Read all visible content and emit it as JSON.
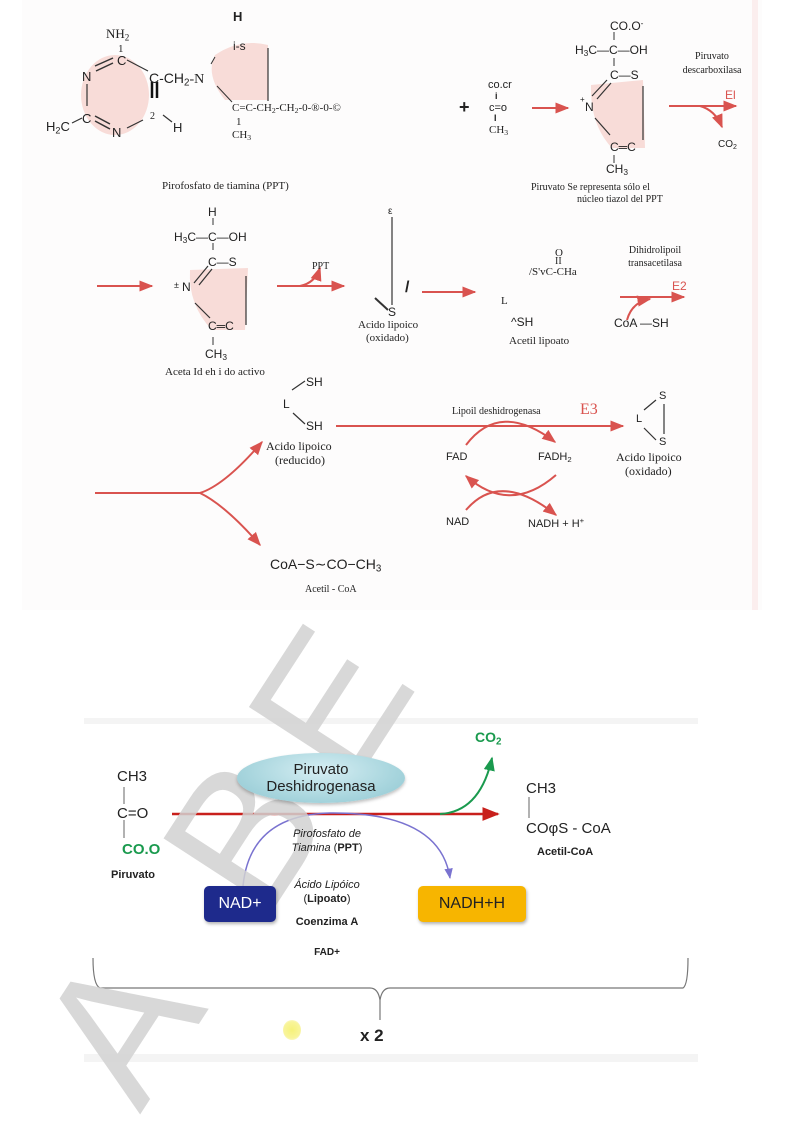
{
  "top_diagram": {
    "ppt_structure": {
      "nh2": "NH",
      "nh2_sub": "2",
      "c_top": "C",
      "c_top_num": "1",
      "n_left": "N",
      "c_right": "C-CH",
      "c_right_sub": "2",
      "c_right_tail": "-N",
      "h3c": "H",
      "h3c_sub": "2",
      "h3c_tail": "C",
      "c_bottom_left": "C",
      "n_bottom": "N",
      "c_bottom_right": "2",
      "h_right": "H",
      "h_top": "H",
      "s_label": "i-s",
      "chain_a": "C=C-CH",
      "chain_a_sub": "2",
      "chain_b": "-CH",
      "chain_b_sub": "2",
      "chain_c": "-0-®-0-©",
      "ch3_num": "1",
      "ch3": "CH",
      "ch3_sub": "3",
      "caption": "Pirofosfato de tiamina (PPT)"
    },
    "pyruvate": {
      "plus": "+",
      "line1": "co.cr",
      "line2": "i",
      "line3": "c=o",
      "line4": "I",
      "line5": "CH",
      "line5_sub": "3"
    },
    "adduct": {
      "coo": "CO.O",
      "coo_sup": "-",
      "h3c": "H",
      "h3c_sub": "3",
      "h3c_tail": "C—C—OH",
      "cs": "C—S",
      "n_plus": "+",
      "n": "N",
      "cc": "C═C",
      "ch3": "CH",
      "ch3_sub": "3",
      "caption_1": "Piruvato Se representa sólo el",
      "caption_2": "núcleo tiazol del PPT"
    },
    "e1": {
      "enzyme": "Piruvato descarboxilasa",
      "enzyme_line1": "Piruvato",
      "enzyme_line2": "descarboxilasa",
      "tag": "El",
      "co2": "CO",
      "co2_sub": "2"
    },
    "hydroxyethyl": {
      "h": "H",
      "h3c": "H",
      "h3c_sub": "3",
      "h3c_tail": "C—C—OH",
      "cs": "C—S",
      "n_plus": "±",
      "n": "N",
      "cc": "C═C",
      "ch3": "CH",
      "ch3_sub": "3",
      "caption": "Aceta Id eh i do activo",
      "ppt_out": "PPT"
    },
    "lipoic_oxidized_1": {
      "top": "ε",
      "s": "S",
      "slash": "/",
      "caption_1": "Acido lipoico",
      "caption_2": "(oxidado)"
    },
    "acetyl_lipoate": {
      "o": "O",
      "ii": "II",
      "line": "/S'vC-CHa",
      "l": "L",
      "sh": "^SH",
      "caption": "Acetil lipoato"
    },
    "e2": {
      "enzyme_line1": "Dihidrolipoil",
      "enzyme_line2": "transacetilasa",
      "tag": "E2",
      "coa_sh": "CoA —SH"
    },
    "lipoic_reduced": {
      "sh_top": "SH",
      "l": "L",
      "sh_bottom": "SH",
      "caption_1": "Acido lipoico",
      "caption_2": "(reducido)"
    },
    "acetyl_coa": {
      "formula": "CoA−S∼CO−CH",
      "formula_sub": "3",
      "caption": "Acetil - CoA"
    },
    "e3": {
      "enzyme": "Lipoil deshidrogenasa",
      "tag": "E3",
      "fad": "FAD",
      "fadh2": "FADH",
      "fadh2_sub": "2",
      "nad": "NAD",
      "nadh": "NADH + H",
      "nadh_sup": "+"
    },
    "lipoic_oxidized_2": {
      "s_top": "S",
      "l": "L",
      "s_bottom": "S",
      "caption_1": "Acido lipoico",
      "caption_2": "(oxidado)"
    }
  },
  "bottom_diagram": {
    "pyruvate": {
      "ch3": "CH3",
      "co": "C=O",
      "coo": "CO.O",
      "label": "Piruvato"
    },
    "enzyme": {
      "line1": "Piruvato",
      "line2": "Deshidrogenasa"
    },
    "co2": "CO",
    "co2_sub": "2",
    "cofactors": {
      "ppt_line1": "Pirofosfato de",
      "ppt_line2_italic": "Tiamina",
      "ppt_line2_bold": "PPT",
      "lipoic_line1": "Ácido Lipóico",
      "lipoic_line2_bold": "Lipoato",
      "coenzyme_a": "Coenzima A",
      "fad": "FAD+"
    },
    "nad_box": "NAD+",
    "nadh_box": "NADH+H",
    "acetyl_coa": {
      "ch3": "CH3",
      "line": "COφS - CoA",
      "label": "Acetil-CoA"
    },
    "multiplier": "x 2"
  },
  "colors": {
    "arrow_red": "#d9534f",
    "main_arrow_red": "#c8201c",
    "ring_fill": "#f8dcd8",
    "co2_green": "#1a9a4e",
    "nad_blue": "#1e2a8c",
    "nadh_orange": "#f7b500",
    "cycle_purple": "#7a73d0",
    "enzyme_ellipse": "#a9d6de",
    "watermark_gray": "#d2d2d2"
  },
  "watermark": "A  BE"
}
